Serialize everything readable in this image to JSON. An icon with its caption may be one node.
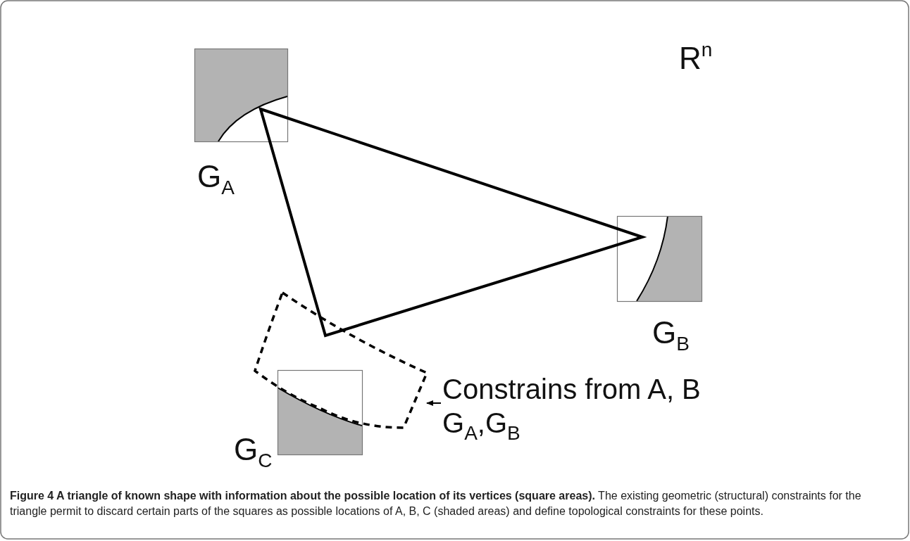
{
  "diagram": {
    "caption": "**Figure 4 A triangle of known shape with information about the possible location of its vertices (square areas).** The existing geometric (structural) constraints for the triangle permit to discard certain parts of the squares as possible locations of A, B, C (shaded areas) and define topological constraints for these points.",
    "nodes": [
      {
        "text": [
          "G$_{A}$"
        ]
      },
      {
        "text": [
          "G$_{B}$"
        ]
      },
      {
        "text": [],
        "shape": "box"
      },
      {
        "text": [
          "G$_{C}$"
        ]
      },
      {
        "text": [
          "Constrains from A, B",
          "G$_{A}$,G$_{B}$"
        ]
      }
    ],
    "edges": [
      {
        "from": 4,
        "to": 2,
        "arrow": "to"
      }
    ],
    "labels": [
      "R$^{n}$"
    ]
  }
}
